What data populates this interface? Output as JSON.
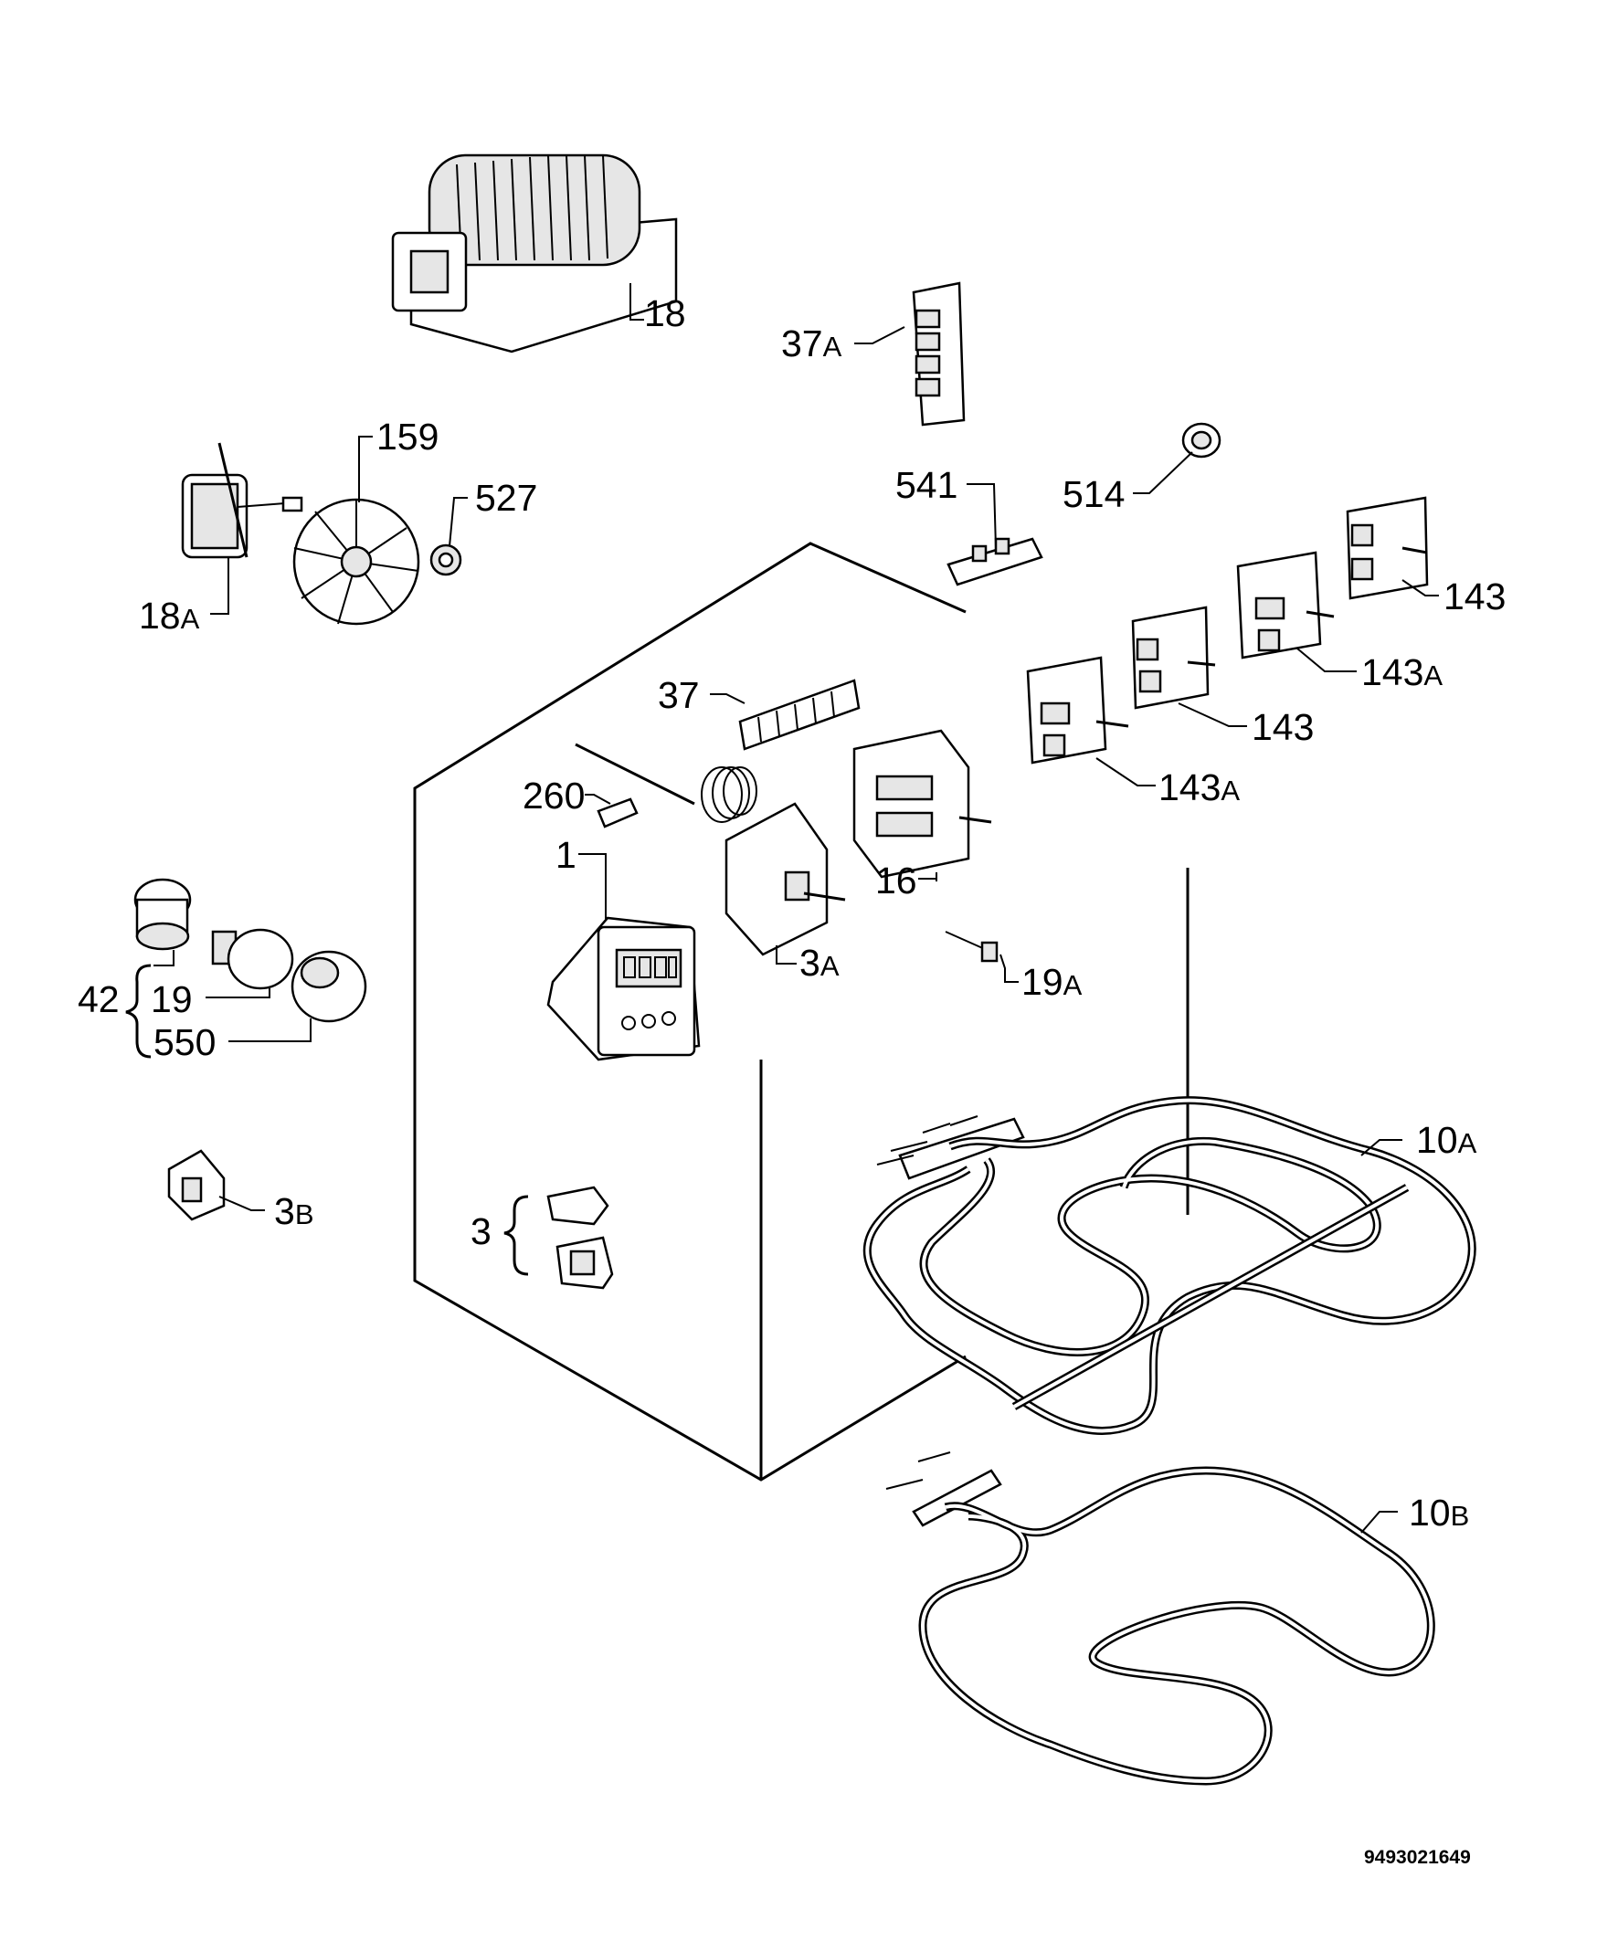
{
  "diagram": {
    "labels": {
      "p18": "18",
      "p37a": "37",
      "p37a_sub": "A",
      "p159": "159",
      "p527": "527",
      "p18a": "18",
      "p18a_sub": "A",
      "p541": "541",
      "p514": "514",
      "p143_top": "143",
      "p143a_top": "143",
      "p143a_top_sub": "A",
      "p143_mid": "143",
      "p143a_low": "143",
      "p143a_low_sub": "A",
      "p37": "37",
      "p260": "260",
      "p1": "1",
      "p16": "16",
      "p3a": "3",
      "p3a_sub": "A",
      "p19a": "19",
      "p19a_sub": "A",
      "p42": "42",
      "p19": "19",
      "p550": "550",
      "p3b": "3",
      "p3b_sub": "B",
      "p3": "3",
      "p10a": "10",
      "p10a_sub": "A",
      "p10b": "10",
      "p10b_sub": "B"
    },
    "document_number": "9493021649"
  }
}
